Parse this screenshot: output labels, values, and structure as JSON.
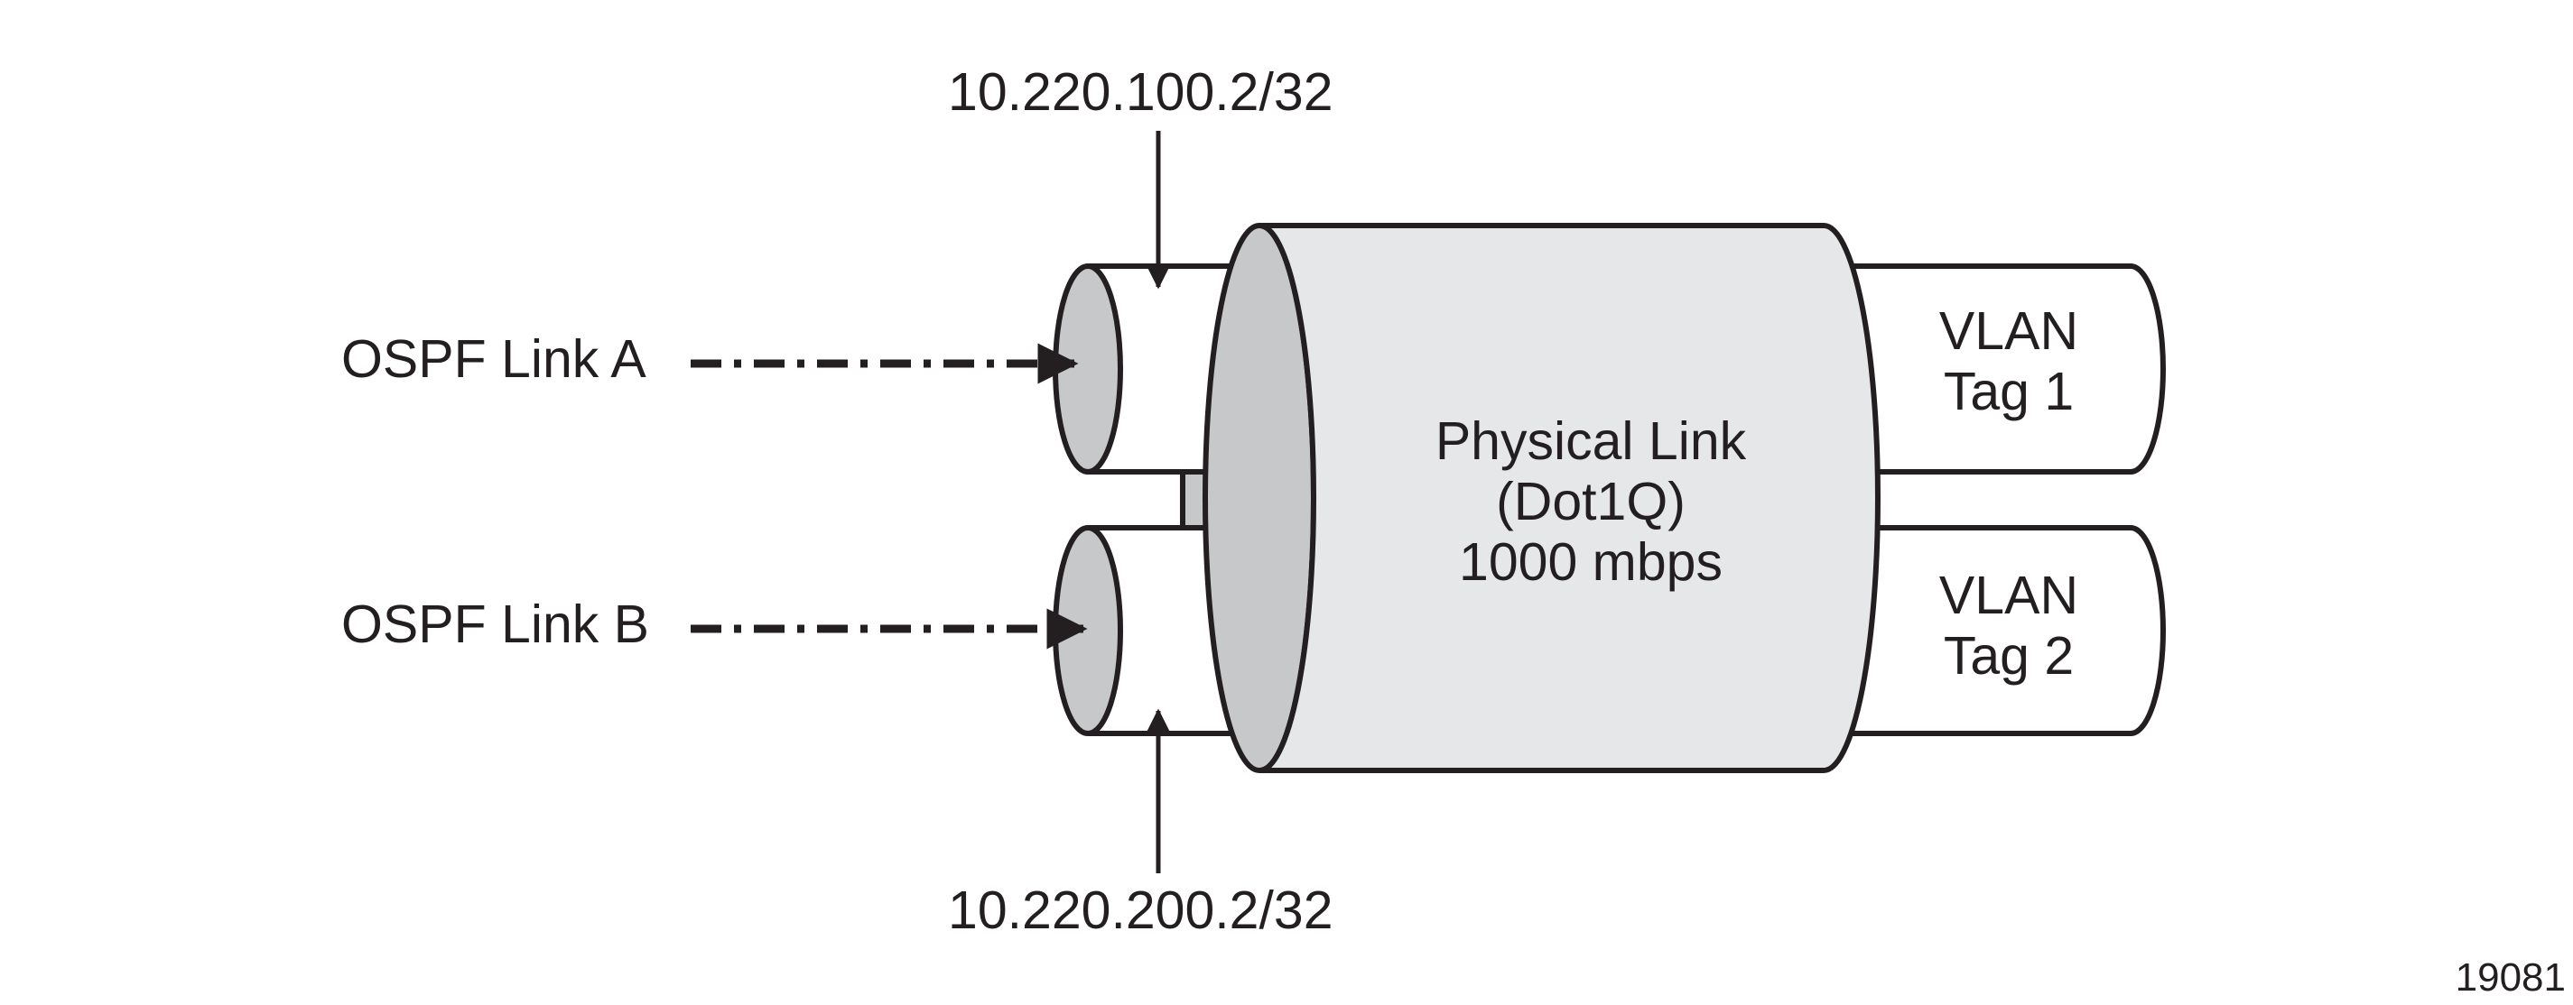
{
  "labels": {
    "ip_top": "10.220.100.2/32",
    "ip_bottom": "10.220.200.2/32",
    "ospf_a": "OSPF Link A",
    "ospf_b": "OSPF Link B",
    "physical_line1": "Physical Link",
    "physical_line2": "(Dot1Q)",
    "physical_line3": "1000 mbps",
    "vlan1_line1": "VLAN",
    "vlan1_line2": "Tag 1",
    "vlan2_line1": "VLAN",
    "vlan2_line2": "Tag 2",
    "figure_id": "19081"
  },
  "colors": {
    "ink": "#231f20",
    "gray_fill": "#e6e7e8",
    "dark_gray_fill": "#c7c8ca",
    "white": "#ffffff"
  }
}
